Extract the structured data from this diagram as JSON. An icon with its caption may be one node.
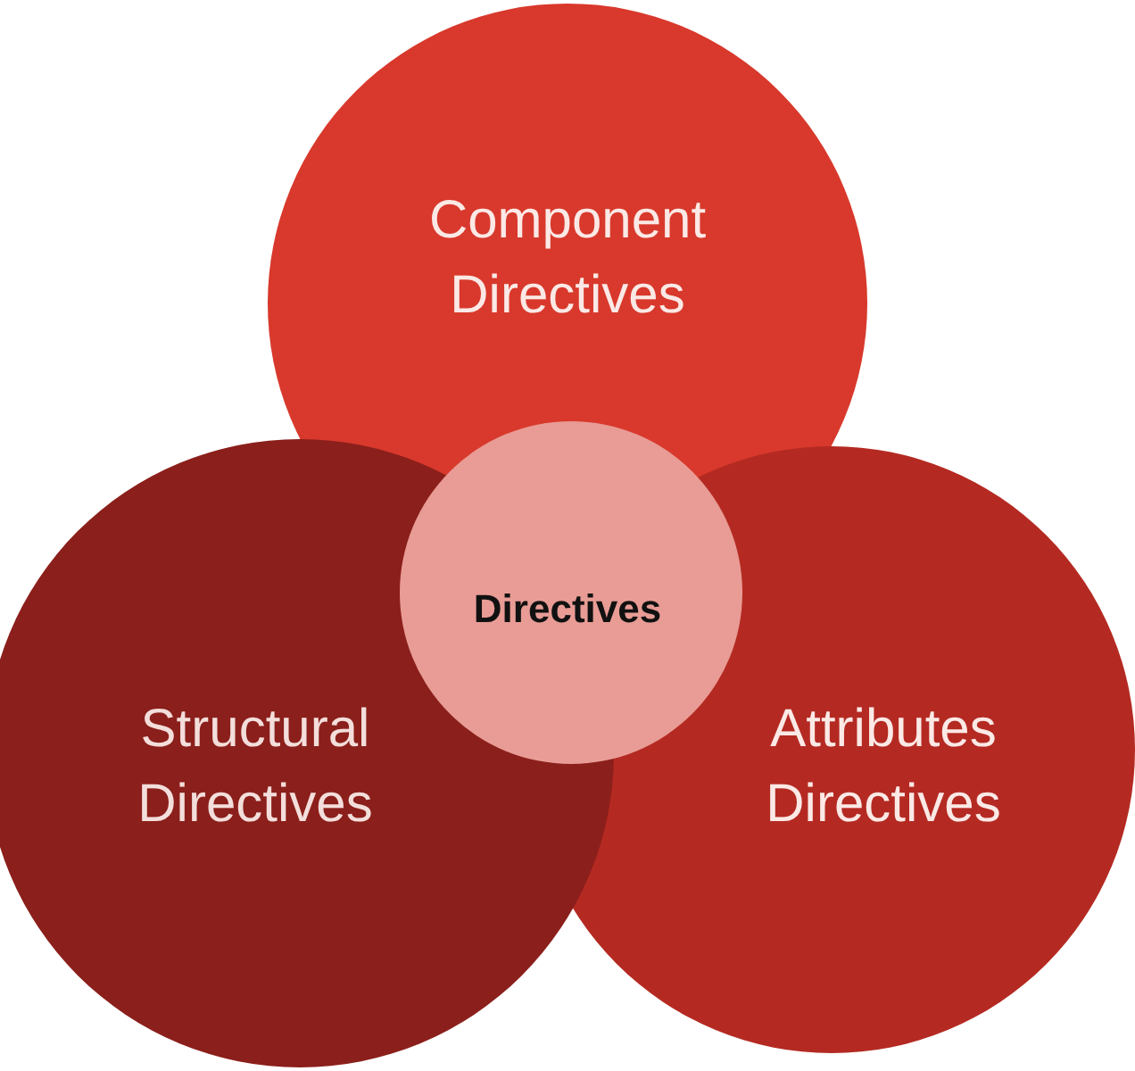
{
  "diagram": {
    "nodes": [
      {
        "text": [
          "Component Directives"
        ]
      },
      {
        "text": [
          "Directives"
        ]
      },
      {
        "text": [
          "Structural Directives"
        ]
      },
      {
        "text": [
          "Attributes Directives"
        ]
      }
    ]
  }
}
